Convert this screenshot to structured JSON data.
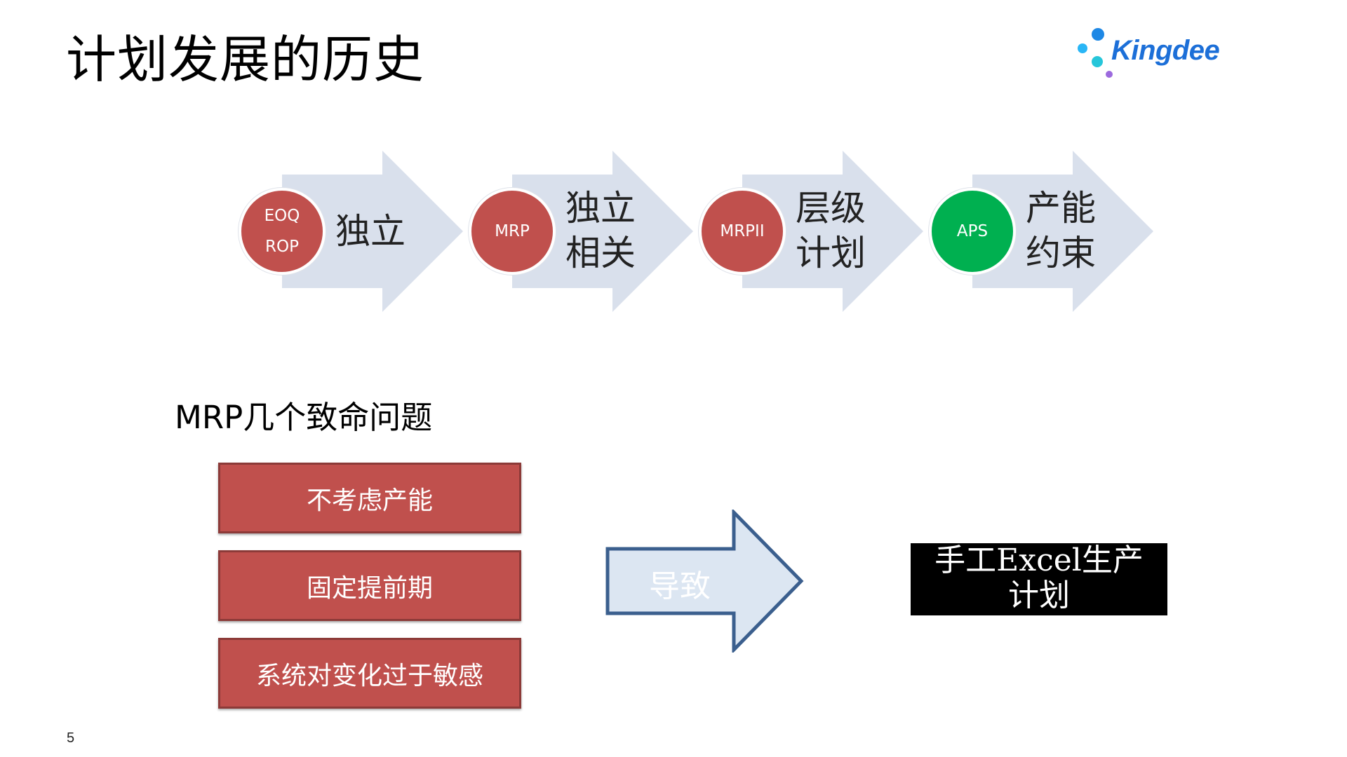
{
  "slide": {
    "title": "计划发展的历史",
    "page_number": "5"
  },
  "logo": {
    "text": "Kingdee"
  },
  "colors": {
    "circle_red": "#c0504d",
    "circle_green": "#00b050",
    "arrow_fill": "#d9e0ec",
    "problem_box": "#c0504d",
    "lead_arrow_fill": "#dce6f2",
    "lead_arrow_stroke": "#3b5f8e",
    "result_box": "#000000"
  },
  "flow": {
    "stages": [
      {
        "circle_lines": [
          "EOQ",
          "ROP"
        ],
        "text_lines": [
          "独立"
        ]
      },
      {
        "circle_lines": [
          "MRP"
        ],
        "text_lines": [
          "独立",
          "相关"
        ]
      },
      {
        "circle_lines": [
          "MRPII"
        ],
        "text_lines": [
          "层级",
          "计划"
        ]
      },
      {
        "circle_lines": [
          "APS"
        ],
        "text_lines": [
          "产能",
          "约束"
        ]
      }
    ]
  },
  "problems": {
    "heading": "MRP几个致命问题",
    "items": [
      "不考虑产能",
      "固定提前期",
      "系统对变化过于敏感"
    ]
  },
  "lead_arrow": {
    "label": "导致"
  },
  "result": {
    "lines": [
      "手工Excel生产",
      "计划"
    ]
  }
}
